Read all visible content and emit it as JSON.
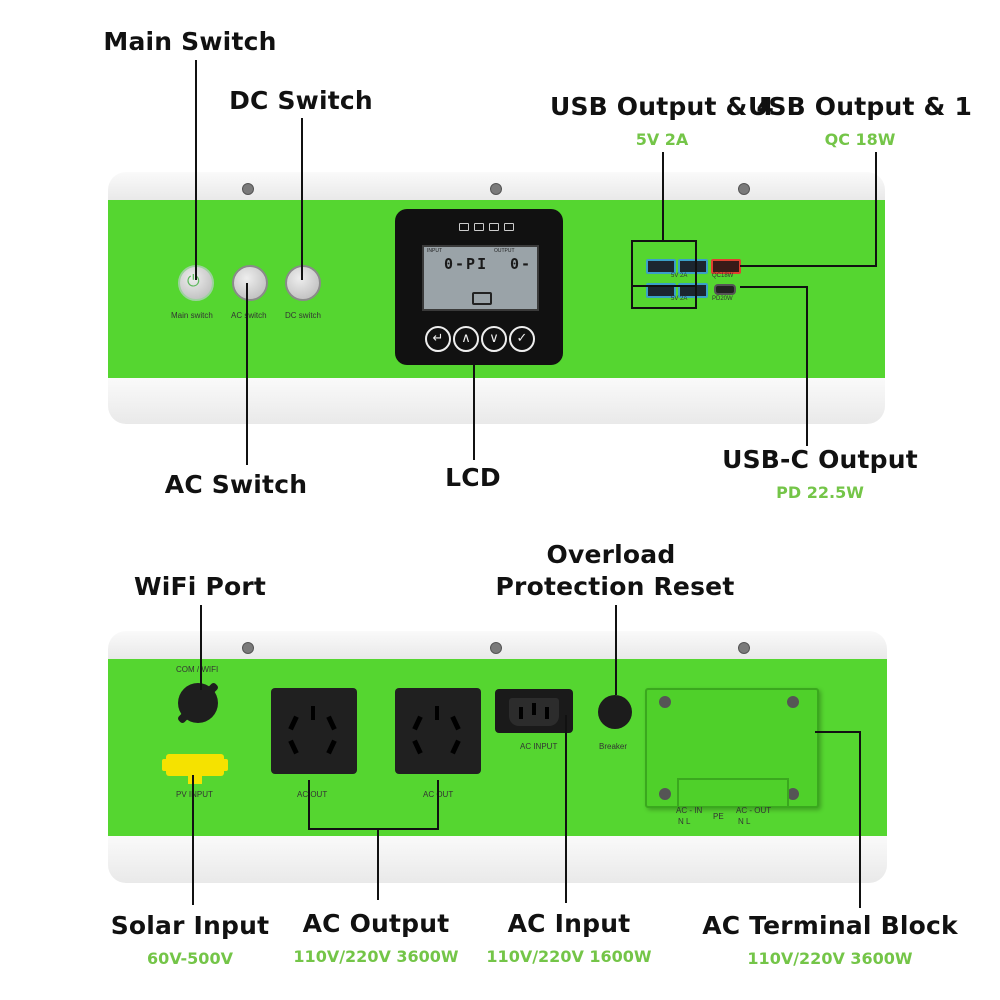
{
  "labels": {
    "main_switch": "Main Switch",
    "dc_switch": "DC Switch",
    "ac_switch": "AC Switch",
    "lcd": "LCD",
    "usb_output_4": "USB Output & 4",
    "usb_output_4_spec": "5V 2A",
    "usb_output_1": "USB Output & 1",
    "usb_output_1_spec": "QC 18W",
    "usbc_output": "USB-C Output",
    "usbc_output_spec": "PD 22.5W",
    "wifi_port": "WiFi Port",
    "overload_line1": "Overload",
    "overload_line2": "Protection Reset",
    "solar_input": "Solar Input",
    "solar_input_spec": "60V-500V",
    "ac_output": "AC Output",
    "ac_output_spec": "110V/220V 3600W",
    "ac_input": "AC Input",
    "ac_input_spec": "110V/220V 1600W",
    "ac_terminal": "AC Terminal Block",
    "ac_terminal_spec": "110V/220V 3600W"
  },
  "front_panel": {
    "main_switch_caption": "Main switch",
    "ac_switch_caption": "AC switch",
    "dc_switch_caption": "DC switch",
    "usb_caption_top": "5V 2A",
    "usb_caption_bottom": "5V 2A",
    "qc_caption": "QC18W",
    "pd_caption": "PD20W",
    "lcd_input": "INPUT",
    "lcd_output": "OUTPUT",
    "lcd_left_readout": "0-PI",
    "lcd_right_readout": "0-",
    "keys": [
      "↵",
      "∧",
      "∨",
      "✓"
    ]
  },
  "rear_panel": {
    "com_wifi": "COM / WIFI",
    "pv_input": "PV INPUT",
    "ac_out_1": "AC OUT",
    "ac_out_2": "AC OUT",
    "ac_input": "AC INPUT",
    "breaker": "Breaker",
    "ac_in": "AC - IN",
    "ac_in_nl": "N    L",
    "pe": "PE",
    "ac_out": "AC - OUT",
    "ac_out_nl": "N    L"
  },
  "colors": {
    "accent_green": "#74c548",
    "panel_green": "#55d630",
    "pv_yellow": "#f5e200"
  }
}
